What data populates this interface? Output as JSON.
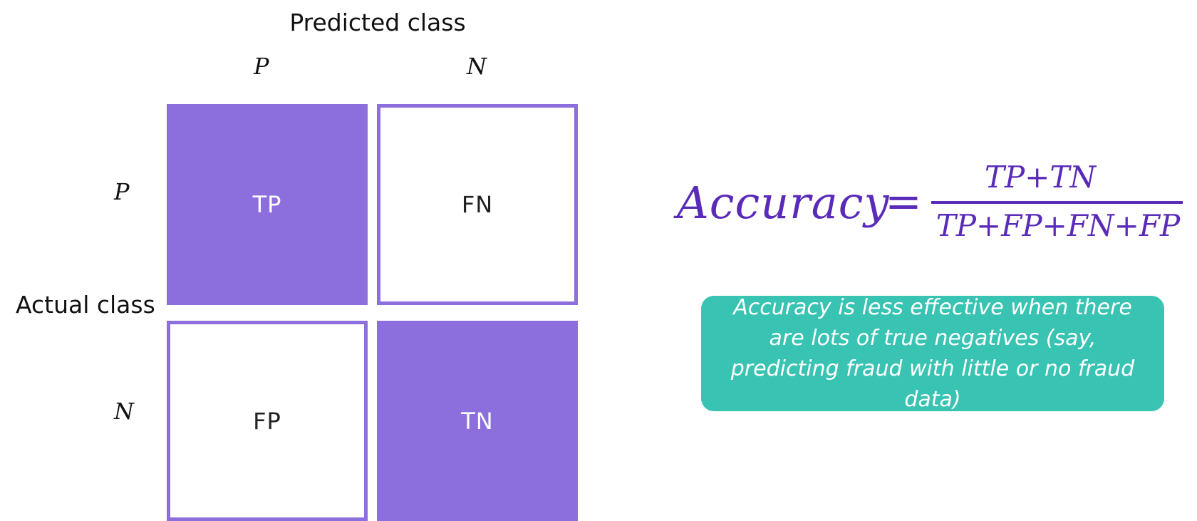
{
  "matrix": {
    "predicted_title": "Predicted class",
    "actual_title": "Actual class",
    "columns": [
      "P",
      "N"
    ],
    "rows": [
      "P",
      "N"
    ],
    "cells": {
      "tp": "TP",
      "fn": "FN",
      "fp": "FP",
      "tn": "TN"
    }
  },
  "formula": {
    "lhs": "Accuracy",
    "equals": "=",
    "numerator": "TP+TN",
    "denominator": "TP+FP+FN+FP"
  },
  "note": {
    "text": "Accuracy is less effective when there are lots of true negatives (say, predicting fraud with little or no fraud data)"
  },
  "colors": {
    "cell_fill": "#8c6fdc",
    "formula": "#5a2bb8",
    "note_background": "#38c3b2"
  }
}
